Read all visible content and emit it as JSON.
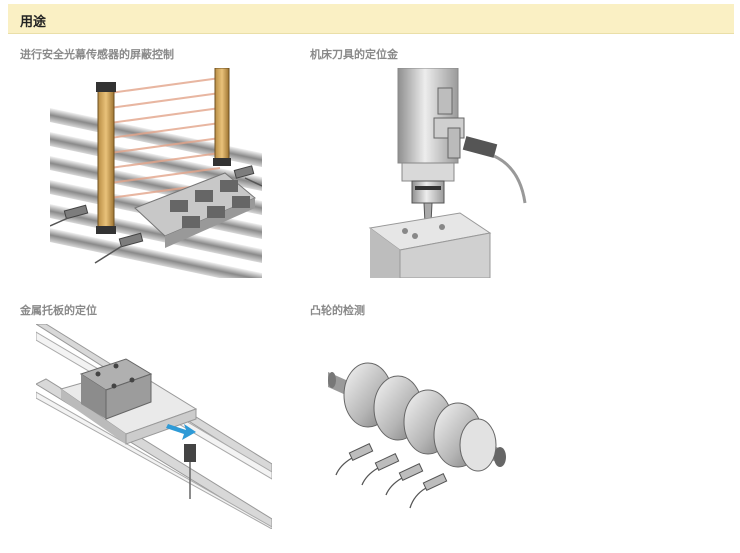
{
  "section": {
    "title": "用途"
  },
  "applications": [
    {
      "caption": "进行安全光幕传感器的屏蔽控制",
      "icon": "safety-light-curtain-conveyor-illustration"
    },
    {
      "caption": "机床刀具的定位金",
      "icon": "machine-tool-positioning-illustration"
    },
    {
      "caption": "金属托板的定位",
      "icon": "metal-pallet-positioning-illustration"
    },
    {
      "caption": "凸轮的检测",
      "icon": "cam-detection-illustration"
    }
  ]
}
